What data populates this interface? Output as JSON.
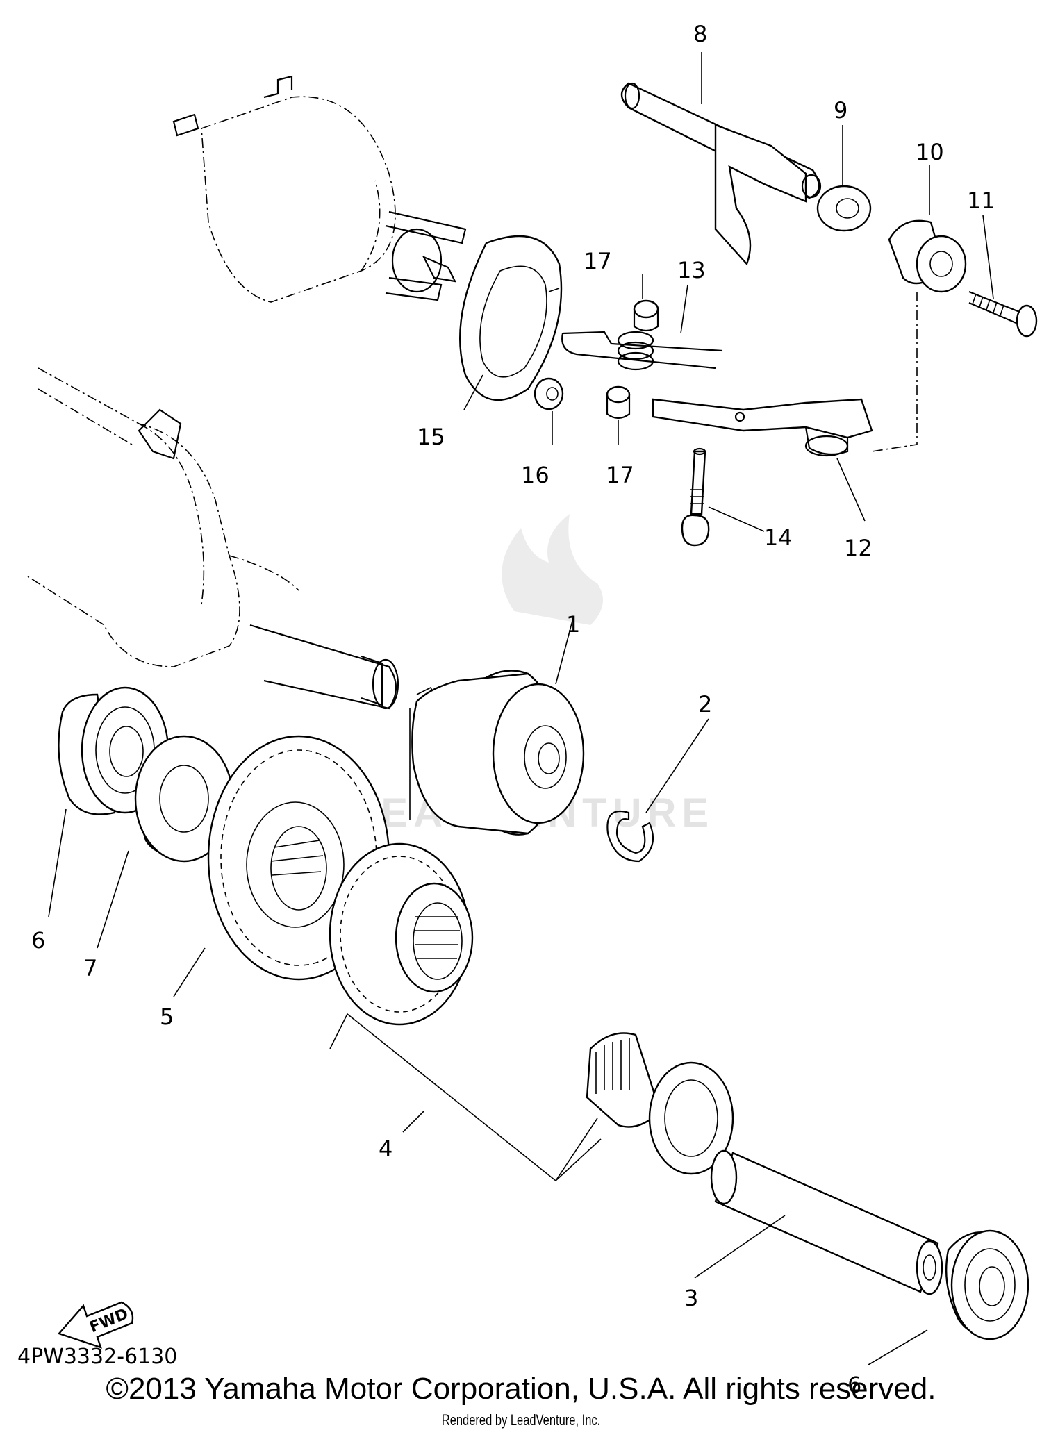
{
  "part_labels": {
    "p1": "1",
    "p2": "2",
    "p3": "3",
    "p4": "4",
    "p5": "5",
    "p6a": "6",
    "p6b": "6",
    "p7": "7",
    "p8": "8",
    "p9": "9",
    "p10": "10",
    "p11": "11",
    "p12": "12",
    "p13": "13",
    "p14": "14",
    "p15": "15",
    "p16": "16",
    "p17a": "17",
    "p17b": "17"
  },
  "diagram_code": "4PW3332-6130",
  "fwd_label": "FWD",
  "watermark": "LEADVENTURE",
  "copyright": "©2013 Yamaha Motor Corporation, U.S.A. All rights reserved.",
  "rendered_by": "Rendered by LeadVenture, Inc."
}
